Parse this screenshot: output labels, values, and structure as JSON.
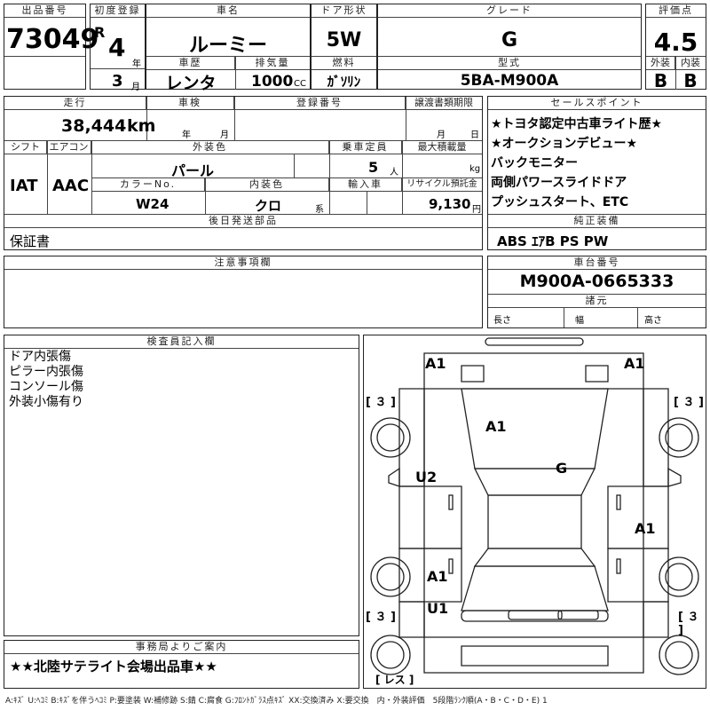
{
  "header": {
    "lot_label": "出品番号",
    "lot_number": "73049",
    "reg_label": "初度登録",
    "era": "R",
    "reg_year": "4",
    "year_unit": "年",
    "reg_month": "3",
    "month_unit": "月",
    "name_label": "車名",
    "car_name": "ルーミー",
    "history_label": "車歴",
    "history": "レンタ",
    "displacement_label": "排気量",
    "displacement": "1000",
    "cc_unit": "CC",
    "door_label": "ドア形状",
    "door": "5W",
    "fuel_label": "燃料",
    "fuel": "ｶﾞｿﾘﾝ",
    "grade_label": "グレード",
    "grade": "G",
    "model_label": "型式",
    "model": "5BA-M900A",
    "score_label": "評価点",
    "score": "4.5",
    "ext_label": "外装",
    "ext_grade": "B",
    "int_label": "内装",
    "int_grade": "B"
  },
  "row2": {
    "mileage_label": "走行",
    "mileage": "38,444",
    "km_unit": "km",
    "inspection_label": "車検",
    "insp_year_unit": "年",
    "insp_month_unit": "月",
    "regno_label": "登録番号",
    "transfer_label": "譲渡書類期限",
    "transfer_month_unit": "月",
    "transfer_day_unit": "日",
    "shift_label": "シフト",
    "shift": "IAT",
    "ac_label": "エアコン",
    "ac": "AAC",
    "color_label": "外装色",
    "color": "パール",
    "capacity_label": "乗車定員",
    "capacity": "5",
    "person_unit": "人",
    "load_label": "最大積載量",
    "kg_unit": "kg",
    "colorno_label": "カラーNo.",
    "colorno": "W24",
    "interior_label": "内装色",
    "interior": "クロ",
    "kei_unit": "系",
    "import_label": "輸入車",
    "recycle_label": "リサイクル預託金",
    "recycle": "9,130",
    "yen_unit": "円",
    "later_label": "後日発送部品",
    "later": "保証書"
  },
  "sales": {
    "label": "セールスポイント",
    "items": [
      "★トヨタ認定中古車ライト歴★",
      "★オークションデビュー★",
      "バックモニター",
      "両側パワースライドドア",
      "プッシュスタート、ETC"
    ]
  },
  "equipment": {
    "label": "純正装備",
    "value": "ABS ｴｱB PS PW"
  },
  "notes": {
    "label": "注意事項欄"
  },
  "chassis": {
    "label": "車台番号",
    "value": "M900A-0665333",
    "spec_label": "諸元",
    "length_label": "長さ",
    "width_label": "幅",
    "height_label": "高さ"
  },
  "inspector": {
    "label": "検査員記入欄",
    "lines": [
      "ドア内張傷",
      "ピラー内張傷",
      "コンソール傷",
      "外装小傷有り"
    ]
  },
  "office": {
    "label": "事務局よりご案内",
    "value": "★★北陸サテライト会場出品車★★"
  },
  "diagram": {
    "marks": {
      "a1_fl": "A1",
      "a1_fr": "A1",
      "a1_hood": "A1",
      "g_windshield": "G",
      "u2_left": "U2",
      "a1_right": "A1",
      "a1_rear_left": "A1",
      "u1_rear": "U1"
    },
    "tires": {
      "fl": "３",
      "fr": "３",
      "rl": "３",
      "rr": "３",
      "spare": "レス"
    }
  },
  "legend": "A:ｷｽﾞ U:ﾍｺﾐ B:ｷｽﾞを伴うﾍｺﾐ P:要塗装 W:補修跡 S:錆 C:腐食 G:ﾌﾛﾝﾄｶﾞﾗｽ点ｷｽﾞ XX:交換済み X:要交換　内・外装評価　5段階ﾗﾝｸ順(A・B・C・D・E) 1"
}
